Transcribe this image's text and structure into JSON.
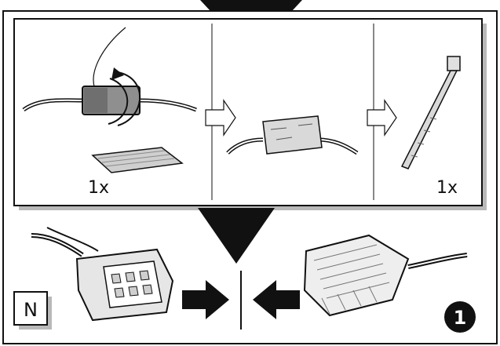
{
  "panel_top": {
    "steps": [
      {
        "id": "wrap-tape",
        "quantity": "1x",
        "items": [
          "cable-splice",
          "rotation-arrow",
          "adhesive-tape-pad"
        ]
      },
      {
        "id": "wrapped-splice",
        "items": [
          "taped-splice"
        ]
      },
      {
        "id": "cable-tie",
        "quantity": "1x",
        "items": [
          "cable-tie"
        ]
      }
    ]
  },
  "panel_bottom": {
    "badge_letter": "N",
    "step_number": "1",
    "items": [
      "connector-male",
      "connector-female",
      "push-together-arrows"
    ]
  },
  "colors": {
    "stroke": "#111111",
    "shade_light": "#d9d9d9",
    "shade_mid": "#a8a8a8",
    "shade_dark": "#6f6f6f",
    "badge_bg": "#111111",
    "badge_fg": "#ffffff"
  }
}
